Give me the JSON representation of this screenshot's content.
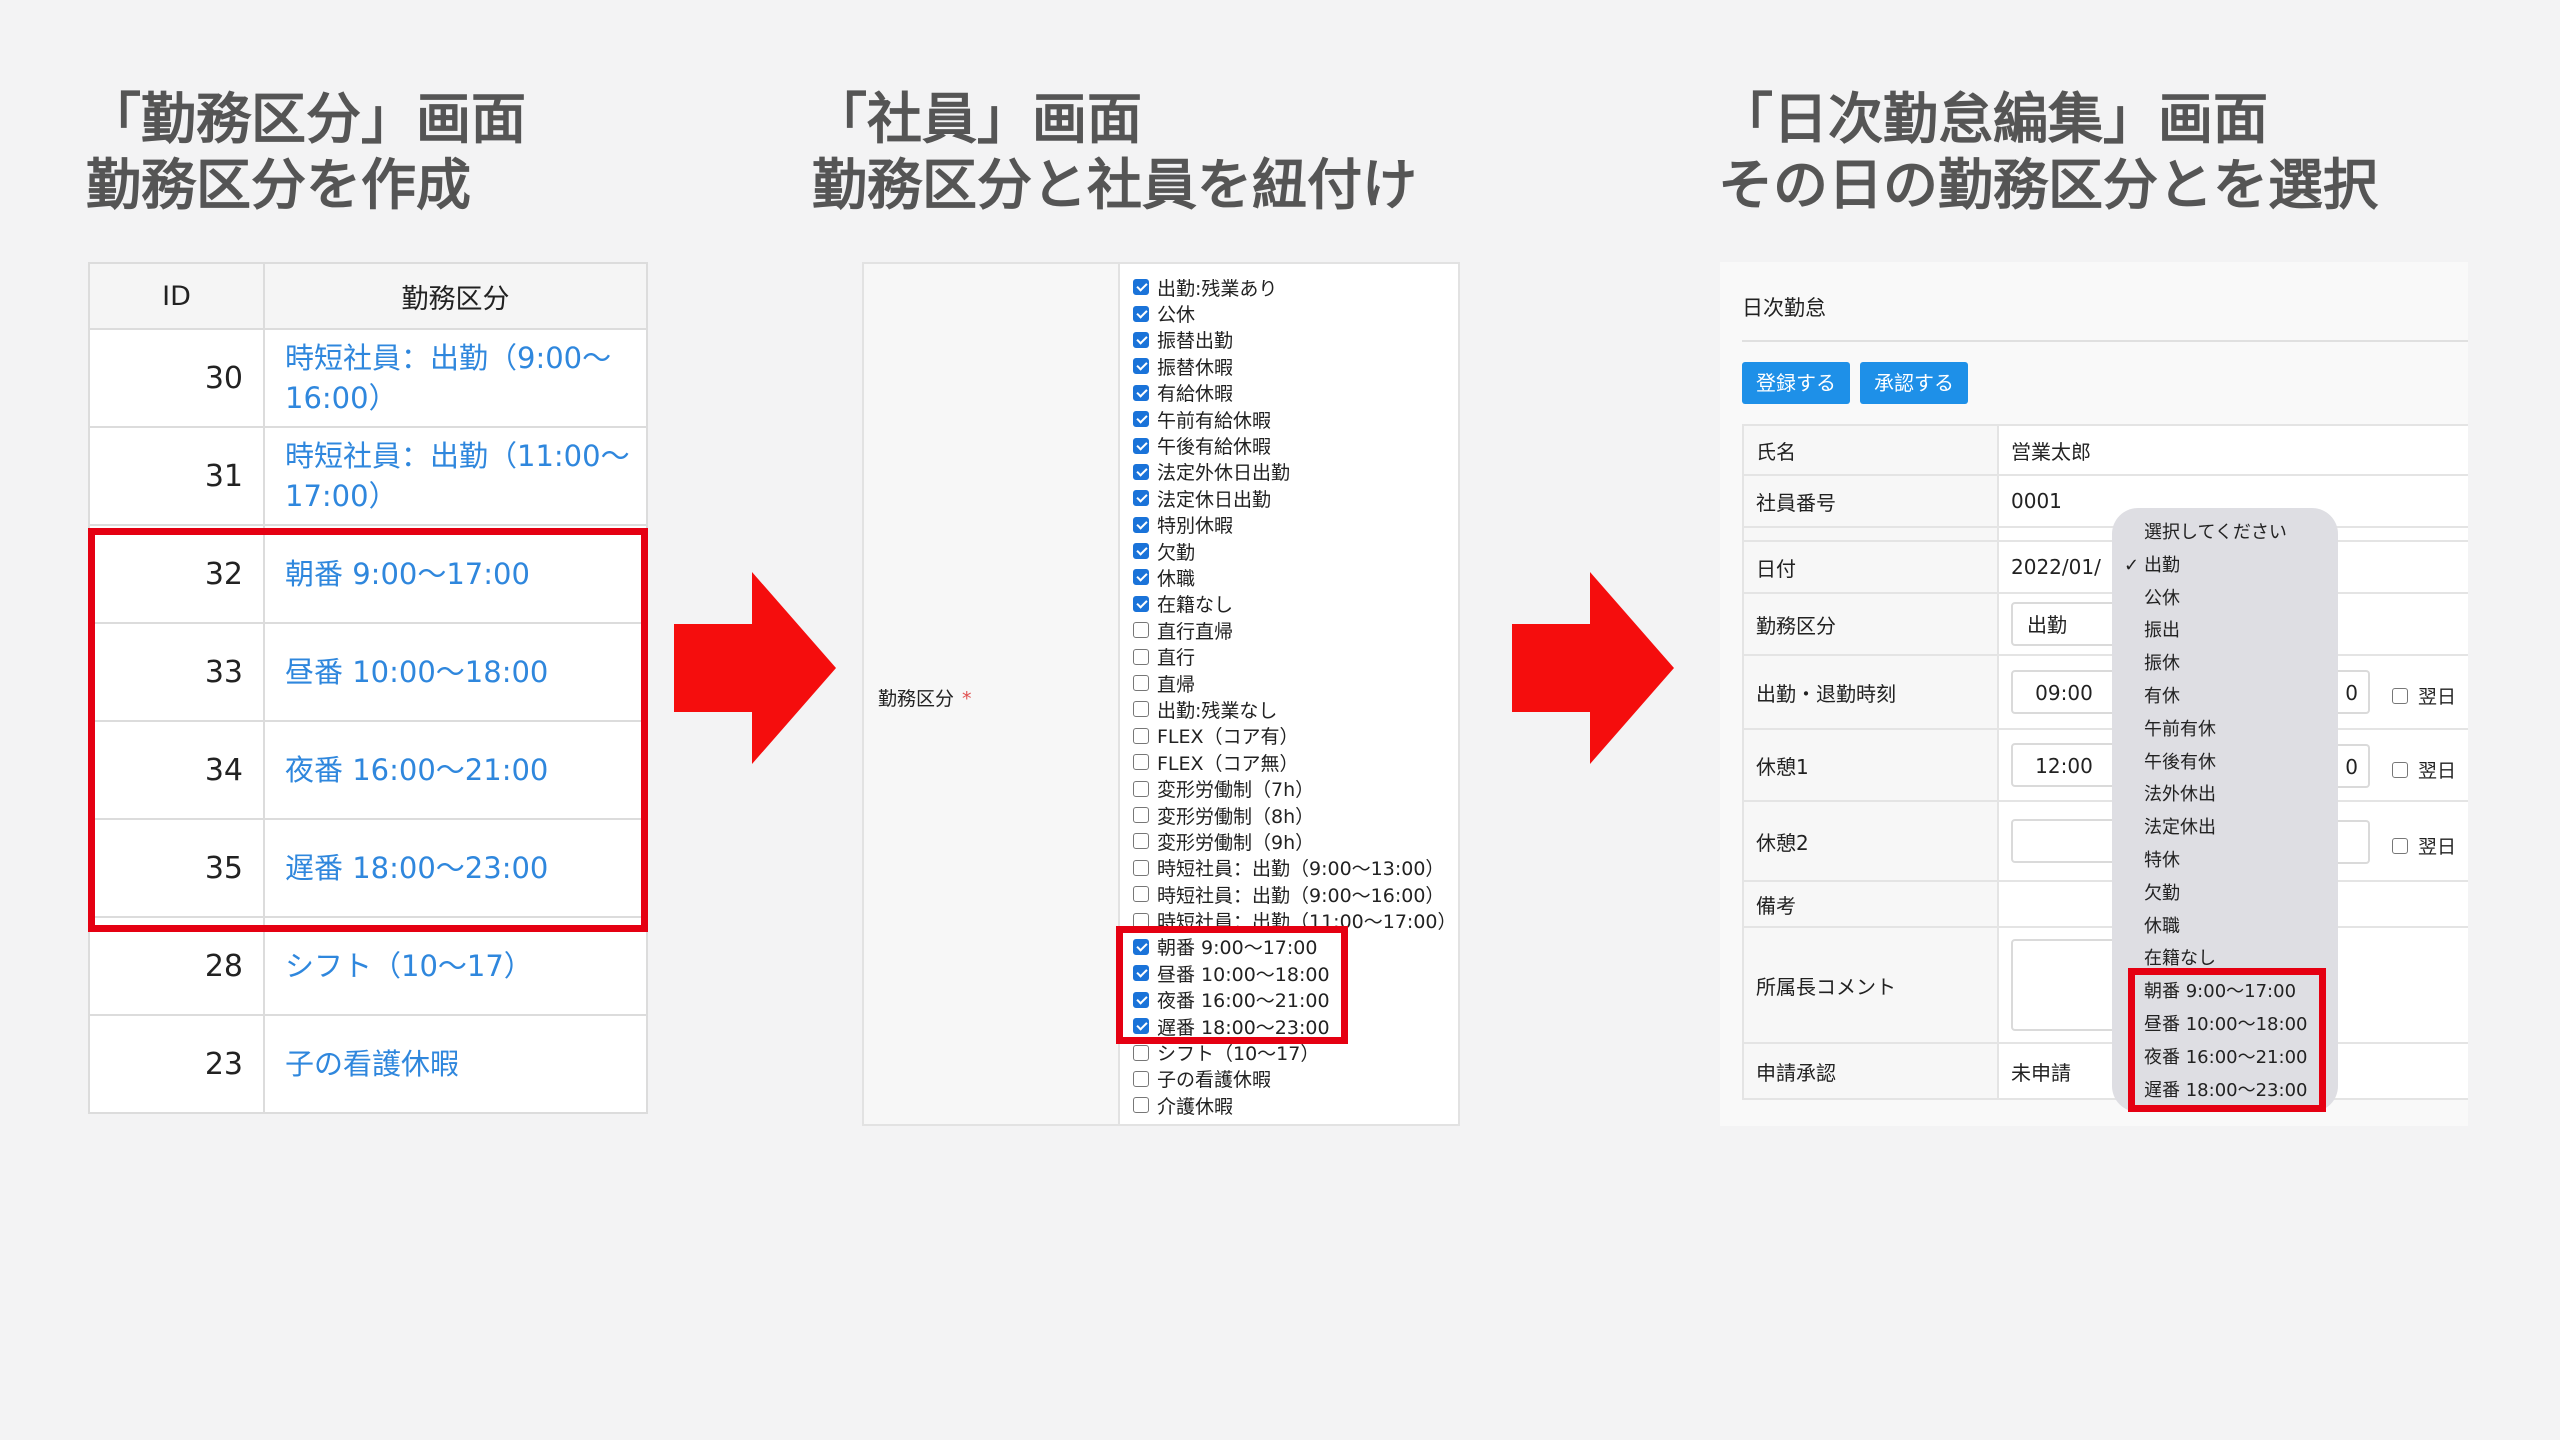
{
  "headings": [
    "「勤務区分」画面\n勤務区分を作成",
    "「社員」画面\n勤務区分と社員を紐付け",
    "「日次勤怠編集」画面\nその日の勤務区分とを選択"
  ],
  "kinmu_table": {
    "headers": [
      "ID",
      "勤務区分"
    ],
    "rows": [
      {
        "id": "30",
        "name": "時短社員：出勤（9:00〜16:00）"
      },
      {
        "id": "31",
        "name": "時短社員：出勤（11:00〜17:00）"
      },
      {
        "id": "32",
        "name": "朝番 9:00〜17:00"
      },
      {
        "id": "33",
        "name": "昼番 10:00〜18:00"
      },
      {
        "id": "34",
        "name": "夜番 16:00〜21:00"
      },
      {
        "id": "35",
        "name": "遅番 18:00〜23:00"
      },
      {
        "id": "28",
        "name": "シフト（10〜17）"
      },
      {
        "id": "23",
        "name": "子の看護休暇"
      }
    ]
  },
  "employee_form": {
    "field_label": "勤務区分",
    "required_mark": "*",
    "options": [
      {
        "label": "出勤:残業あり",
        "checked": true
      },
      {
        "label": "公休",
        "checked": true
      },
      {
        "label": "振替出勤",
        "checked": true
      },
      {
        "label": "振替休暇",
        "checked": true
      },
      {
        "label": "有給休暇",
        "checked": true
      },
      {
        "label": "午前有給休暇",
        "checked": true
      },
      {
        "label": "午後有給休暇",
        "checked": true
      },
      {
        "label": "法定外休日出勤",
        "checked": true
      },
      {
        "label": "法定休日出勤",
        "checked": true
      },
      {
        "label": "特別休暇",
        "checked": true
      },
      {
        "label": "欠勤",
        "checked": true
      },
      {
        "label": "休職",
        "checked": true
      },
      {
        "label": "在籍なし",
        "checked": true
      },
      {
        "label": "直行直帰",
        "checked": false
      },
      {
        "label": "直行",
        "checked": false
      },
      {
        "label": "直帰",
        "checked": false
      },
      {
        "label": "出勤:残業なし",
        "checked": false
      },
      {
        "label": "FLEX（コア有）",
        "checked": false
      },
      {
        "label": "FLEX（コア無）",
        "checked": false
      },
      {
        "label": "変形労働制（7h）",
        "checked": false
      },
      {
        "label": "変形労働制（8h）",
        "checked": false
      },
      {
        "label": "変形労働制（9h）",
        "checked": false
      },
      {
        "label": "時短社員：出勤（9:00〜13:00）",
        "checked": false
      },
      {
        "label": "時短社員：出勤（9:00〜16:00）",
        "checked": false
      },
      {
        "label": "時短社員：出勤（11:00〜17:00）",
        "checked": false
      },
      {
        "label": "朝番 9:00〜17:00",
        "checked": true
      },
      {
        "label": "昼番 10:00〜18:00",
        "checked": true
      },
      {
        "label": "夜番 16:00〜21:00",
        "checked": true
      },
      {
        "label": "遅番 18:00〜23:00",
        "checked": true
      },
      {
        "label": "シフト（10〜17）",
        "checked": false
      },
      {
        "label": "子の看護休暇",
        "checked": false
      },
      {
        "label": "介護休暇",
        "checked": false
      }
    ]
  },
  "daily_form": {
    "title": "日次勤怠",
    "buttons": {
      "register": "登録する",
      "approve": "承認する"
    },
    "labels": {
      "name": "氏名",
      "employee_no": "社員番号",
      "date": "日付",
      "kinmu": "勤務区分",
      "time": "出勤・退勤時刻",
      "break1": "休憩1",
      "break2": "休憩2",
      "note": "備考",
      "manager_comment": "所属長コメント",
      "approval": "申請承認"
    },
    "values": {
      "name": "営業太郎",
      "employee_no": "0001",
      "date": "2022/01/",
      "kinmu": "出勤",
      "start_time": "09:00",
      "end_time_fragment": "0",
      "break1_start": "12:00",
      "break1_end_fragment": "0",
      "approval": "未申請"
    },
    "next_day_label": "翌日",
    "dropdown": {
      "placeholder": "選択してください",
      "selected_mark": "✓",
      "options": [
        "出勤",
        "公休",
        "振出",
        "振休",
        "有休",
        "午前有休",
        "午後有休",
        "法外休出",
        "法定休出",
        "特休",
        "欠勤",
        "休職",
        "在籍なし",
        "朝番 9:00〜17:00",
        "昼番 10:00〜18:00",
        "夜番 16:00〜21:00",
        "遅番 18:00〜23:00"
      ],
      "selected_index": 0
    }
  },
  "colors": {
    "highlight": "#e50012",
    "link": "#2f87dd",
    "button": "#1e90e8",
    "checkbox": "#1a73d9",
    "heading": "#555555"
  }
}
